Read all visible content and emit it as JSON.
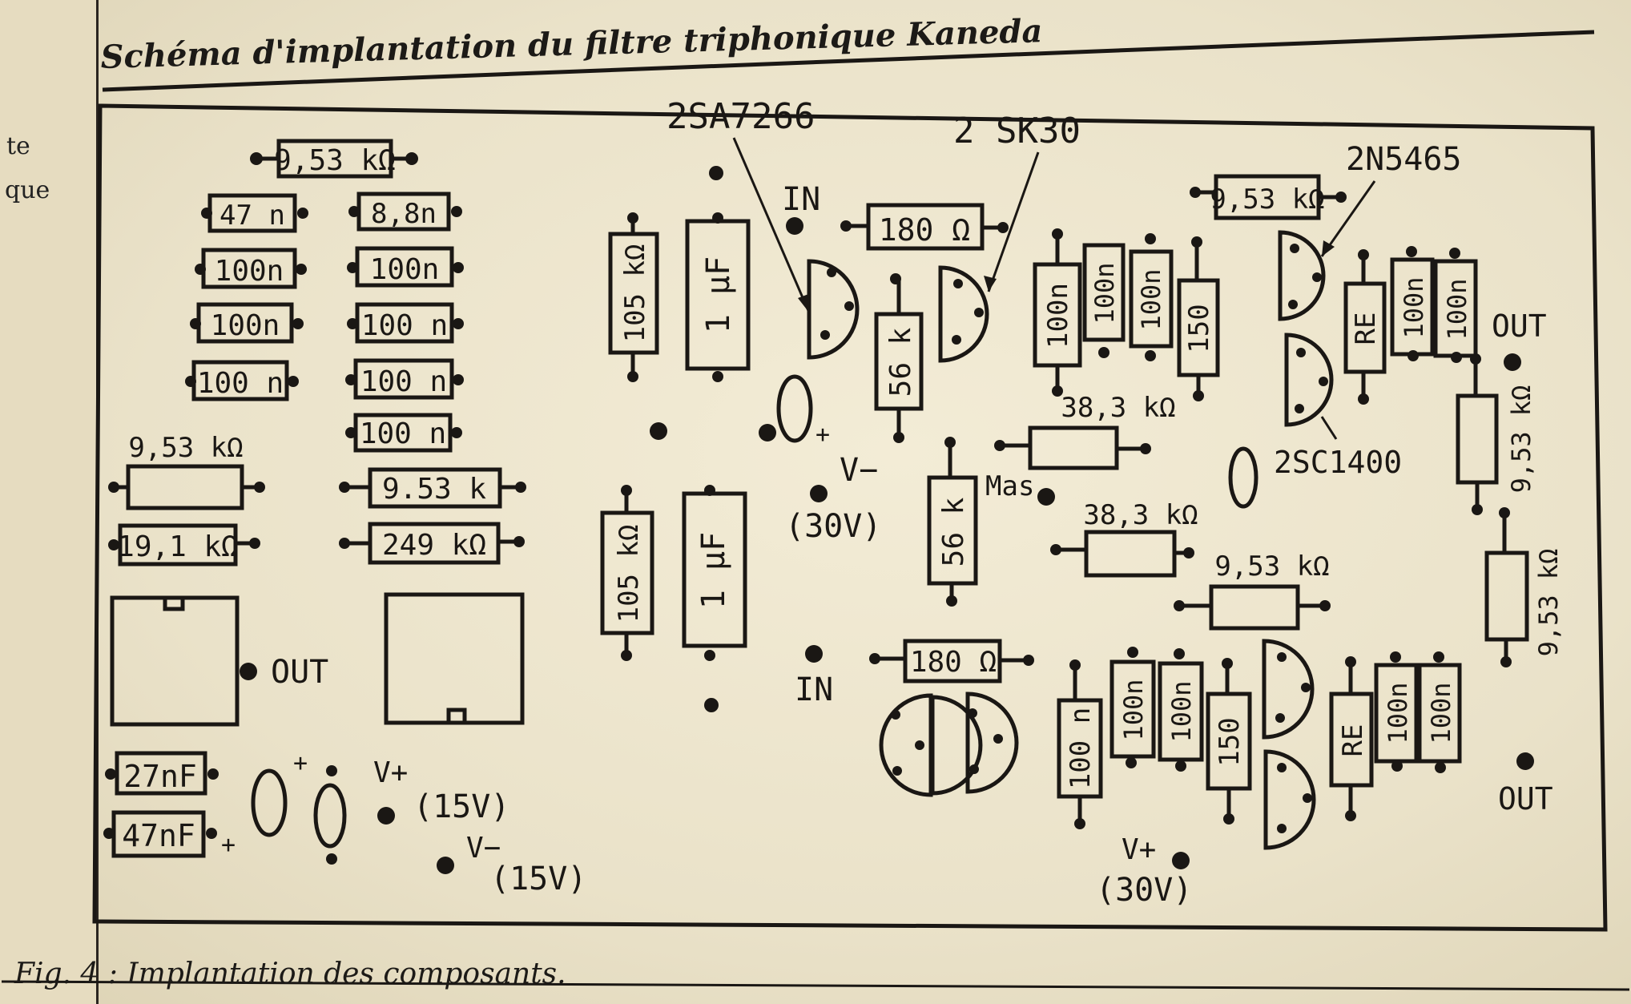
{
  "title": "Schéma d'implantation du filtre triphonique Kaneda",
  "caption": "Fig. 4 : Implantation des composants.",
  "left_page_fragments": [
    "te",
    "que"
  ],
  "transistor_labels": {
    "q1": "2SA7266",
    "q2": "2 SK30",
    "q3": "2N5465",
    "q4": "2SC1400"
  },
  "pins": {
    "out_left": "OUT",
    "out_right_top": "OUT",
    "out_right_bottom": "OUT",
    "in_top": "IN",
    "in_bottom": "IN",
    "vminus_30": "V−",
    "vminus_30_val": "(30V)",
    "mas": "Mas",
    "vplus_15": "V+",
    "vplus_15_val": "(15V)",
    "vminus_15": "V−",
    "vminus_15_val": "(15V)",
    "vplus_30": "V+",
    "vplus_30_val": "(30V)",
    "plus_a": "+",
    "plus_b": "+",
    "plus_c": "+"
  },
  "components": {
    "r953_top": "9,53 kΩ",
    "c47n": "47 n",
    "c88n": "8,8n",
    "c100_l1": "100n",
    "c100_l2": "100n",
    "c100_l3": "100 n",
    "c100_r1": "100n",
    "c100_r2": "100 n",
    "c100_r3": "100 n",
    "c100_r4": "100 n",
    "r953_mid_label": "9,53 kΩ",
    "r953k_right": "9.53 k",
    "r191": "19,1 kΩ",
    "r249": "249 kΩ",
    "c27nf": "27nF",
    "c47nf": "47nF",
    "r105_top": "105 kΩ",
    "c1uf_top": "1 μF",
    "r105_bot": "105 kΩ",
    "c1uf_bot": "1 μF",
    "r180_top": "180 Ω",
    "r180_bot": "180 Ω",
    "r56k_top": "56 k",
    "r56k_bot": "56 k",
    "c100_t1": "100n",
    "c100_t2": "100n",
    "c100_t3": "100n",
    "r150_top": "150",
    "r383_top": "38,3 kΩ",
    "r383_mid": "38,3 kΩ",
    "r953_mid2": "9,53 kΩ",
    "r953_top_right": "9,53 kΩ",
    "re_top": "RE",
    "c100_rt1": "100n",
    "c100_rt2": "100n",
    "r953_vert1": "9,53 kΩ",
    "r953_vert2": "9,53 kΩ",
    "c100_b1": "100 n",
    "c100_b2": "100n",
    "c100_b3": "100n",
    "r150_bot": "150",
    "re_bot": "RE",
    "c100_rb1": "100n",
    "c100_rb2": "100n"
  }
}
